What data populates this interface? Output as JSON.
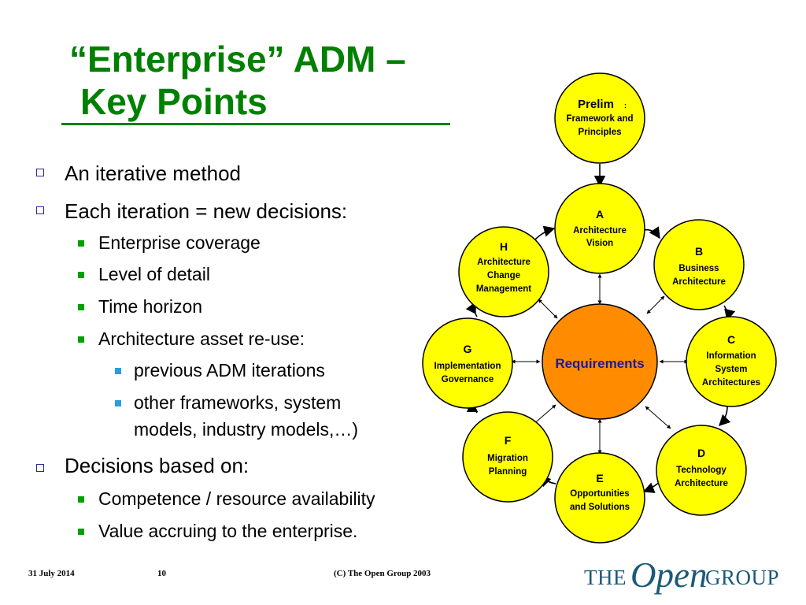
{
  "title": {
    "line1": "“Enterprise” ADM –",
    "line2": "Key Points"
  },
  "bullets": [
    {
      "level": 1,
      "text": "An iterative method"
    },
    {
      "level": 1,
      "text": "Each iteration = new decisions:"
    },
    {
      "level": 2,
      "text": "Enterprise coverage"
    },
    {
      "level": 2,
      "text": "Level of detail"
    },
    {
      "level": 2,
      "text": "Time horizon"
    },
    {
      "level": 2,
      "text": "Architecture asset re-use:"
    },
    {
      "level": 3,
      "text": "previous ADM iterations"
    },
    {
      "level": 3,
      "text": "other frameworks, system"
    },
    {
      "level": 3,
      "text": "models, industry models,…)"
    },
    {
      "level": 1,
      "text": "Decisions based on:"
    },
    {
      "level": 2,
      "text": "Competence / resource availability"
    },
    {
      "level": 2,
      "text": "Value accruing to the enterprise."
    }
  ],
  "diagram": {
    "colors": {
      "phase_fill": "#ffff00",
      "center_fill": "#ff8c00",
      "stroke": "#000000",
      "title": "#008000"
    },
    "prelim": {
      "label": "Prelim",
      "suffix": ":",
      "lines": [
        "Framework and",
        "Principles"
      ]
    },
    "center": {
      "label": "Requirements"
    },
    "phases": [
      {
        "id": "a",
        "letter": "A",
        "lines": [
          "Architecture",
          "Vision"
        ]
      },
      {
        "id": "b",
        "letter": "B",
        "lines": [
          "Business",
          "Architecture"
        ]
      },
      {
        "id": "c",
        "letter": "C",
        "lines": [
          "Information",
          "System",
          "Architectures"
        ]
      },
      {
        "id": "d",
        "letter": "D",
        "lines": [
          "Technology",
          "Architecture"
        ]
      },
      {
        "id": "e",
        "letter": "E",
        "lines": [
          "Opportunities",
          "and Solutions"
        ]
      },
      {
        "id": "f",
        "letter": "F",
        "lines": [
          "Migration",
          "Planning"
        ]
      },
      {
        "id": "g",
        "letter": "G",
        "lines": [
          "Implementation",
          "Governance"
        ]
      },
      {
        "id": "h",
        "letter": "H",
        "lines": [
          "Architecture",
          "Change",
          "Management"
        ]
      }
    ]
  },
  "footer": {
    "date": "31 July 2014",
    "page": "10",
    "copyright": "(C) The Open Group 2003"
  },
  "logo": {
    "the": "THE",
    "open": "Open",
    "group": "GROUP"
  }
}
